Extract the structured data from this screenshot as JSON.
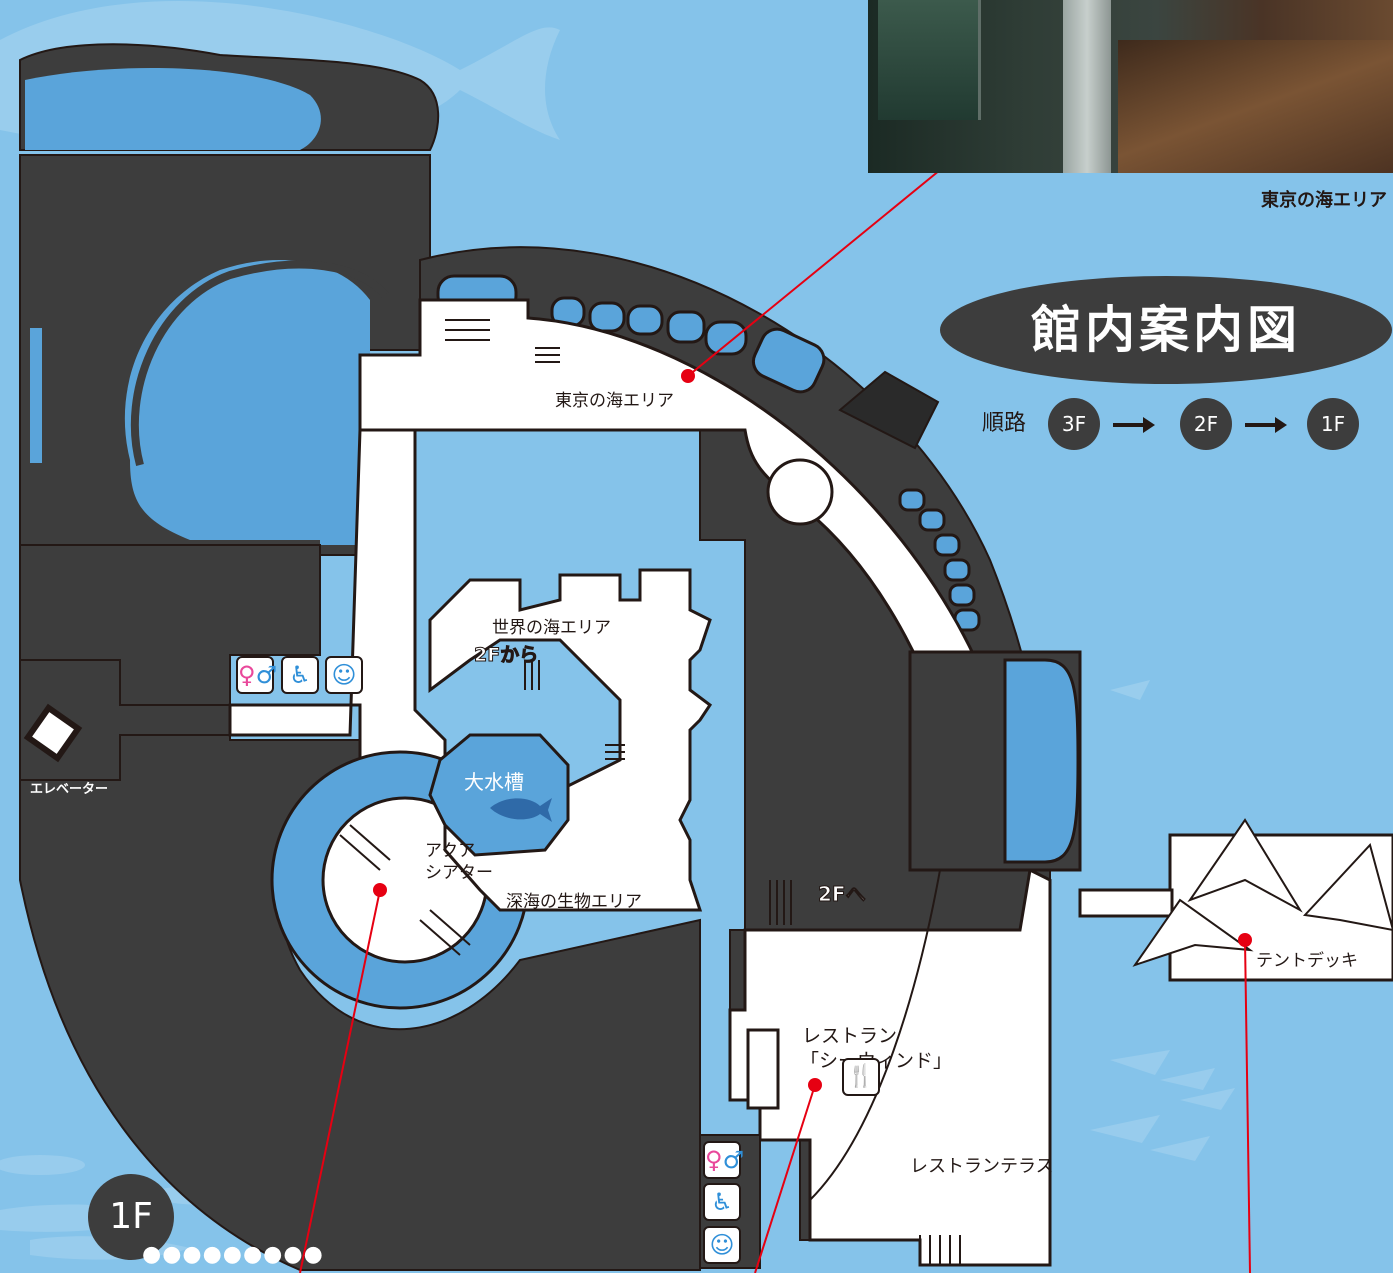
{
  "photo": {
    "caption": "東京の海エリア"
  },
  "title": "館内案内図",
  "route": {
    "label": "順路",
    "floors": [
      "3F",
      "2F",
      "1F"
    ]
  },
  "floor_badge": "1F",
  "areas": {
    "tokyo_sea": "東京の海エリア",
    "world_sea": "世界の海エリア",
    "from_2f": "2Fから",
    "to_2f": "2Fへ",
    "big_tank": "大水槽",
    "aqua_theater_line1": "アクア",
    "aqua_theater_line2": "シアター",
    "deep_sea": "深海の生物エリア",
    "elevator": "エレベーター",
    "restaurant_line1": "レストラン",
    "restaurant_line2": "「シーウィンド」",
    "restaurant_terrace": "レストランテラス",
    "tent_deck": "テントデッキ"
  },
  "icons": {
    "toilet": "toilet-icon",
    "wheelchair": "wheelchair-icon",
    "baby": "baby-care-icon",
    "restaurant": "restaurant-icon",
    "fish": "fish-icon",
    "hotspot": "hotspot-marker-icon"
  },
  "colors": {
    "background": "#85c3ea",
    "building": "#3d3d3d",
    "water": "#5aa4da",
    "marker": "#e60012"
  }
}
